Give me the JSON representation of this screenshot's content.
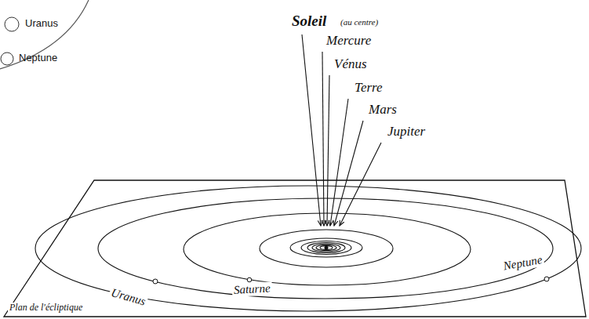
{
  "diagram": {
    "labels": [
      "Soleil",
      "(au centre)",
      "Mercure",
      "Vénus",
      "Terre",
      "Mars",
      "Jupiter",
      "Saturne",
      "Uranus",
      "Neptune",
      "Plan de l'écliptique"
    ],
    "legend": [
      {
        "text": "Uranus"
      },
      {
        "text": "Neptune"
      }
    ]
  }
}
